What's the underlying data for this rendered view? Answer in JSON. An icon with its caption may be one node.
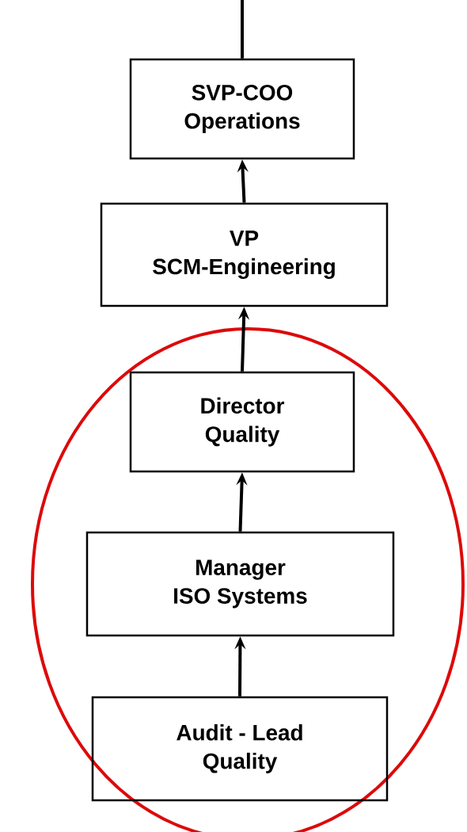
{
  "diagram": {
    "nodes": [
      {
        "text": [
          "SVP-COO",
          "Operations"
        ]
      },
      {
        "text": [
          "VP",
          "SCM-Engineering"
        ]
      },
      {
        "text": [
          "Director",
          "Quality"
        ]
      },
      {
        "text": [
          "Manager",
          "ISO Systems"
        ]
      },
      {
        "text": [
          "Audit - Lead",
          "Quality"
        ]
      }
    ],
    "edges": [
      {
        "from": null,
        "to": 0,
        "arrow": "none"
      },
      {
        "from": 1,
        "to": 0,
        "arrow": "to"
      },
      {
        "from": 2,
        "to": 1,
        "arrow": "to"
      },
      {
        "from": 3,
        "to": 2,
        "arrow": "to"
      },
      {
        "from": 4,
        "to": 3,
        "arrow": "to"
      }
    ]
  }
}
